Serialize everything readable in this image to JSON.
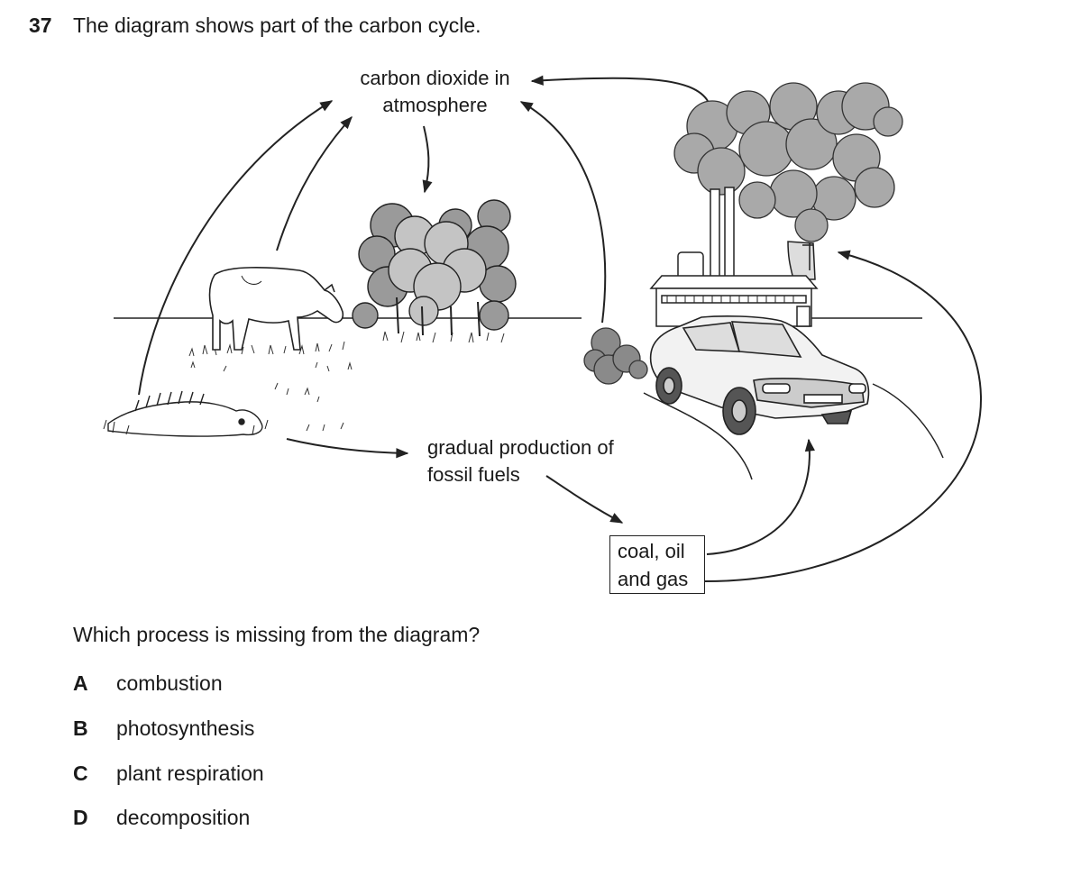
{
  "question": {
    "number": "37",
    "text": "The diagram shows part of the carbon cycle."
  },
  "diagram": {
    "labels": {
      "co2_atmosphere": "carbon dioxide in\natmosphere",
      "fossil_production": "gradual production of\nfossil fuels",
      "coal_oil_gas": "coal, oil\nand gas"
    },
    "illustrations": [
      "cow",
      "trees",
      "animal-skeleton",
      "factory",
      "car",
      "smoke"
    ]
  },
  "prompt": "Which process is missing from the diagram?",
  "options": [
    {
      "letter": "A",
      "text": "combustion"
    },
    {
      "letter": "B",
      "text": "photosynthesis"
    },
    {
      "letter": "C",
      "text": "plant respiration"
    },
    {
      "letter": "D",
      "text": "decomposition"
    }
  ]
}
